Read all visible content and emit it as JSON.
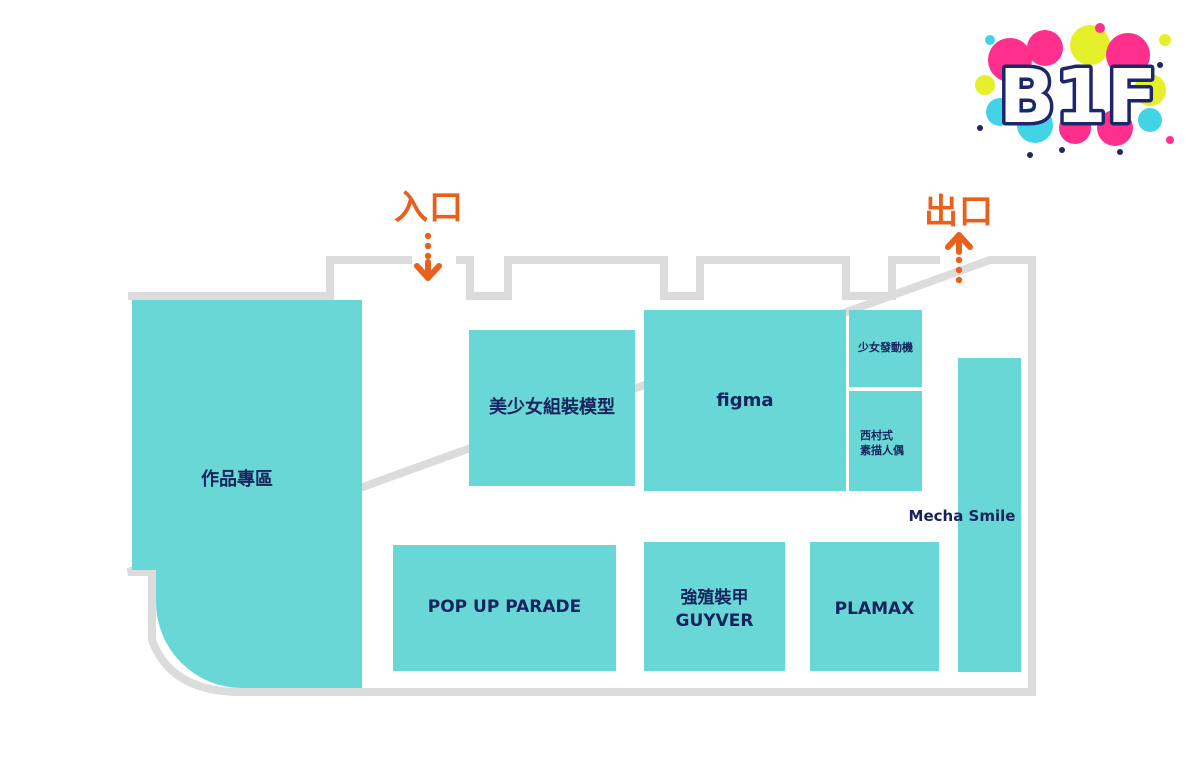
{
  "floor_badge": {
    "label": "B1F",
    "colors": {
      "text_fill": "#ffffff",
      "text_outline": "#1c2668",
      "splash": [
        "#ff2f8e",
        "#e6f02a",
        "#42d4e6",
        "#ffffff"
      ]
    }
  },
  "entrance": {
    "label": "入口",
    "icon": "arrow-down-icon"
  },
  "exit": {
    "label": "出口",
    "icon": "arrow-up-icon"
  },
  "booths": [
    {
      "id": "works-area",
      "label": "作品專區"
    },
    {
      "id": "bishoujo-models",
      "label": "美少女組裝模型"
    },
    {
      "id": "figma",
      "label": "figma"
    },
    {
      "id": "shoujo-hatsudouki",
      "label": "少女發動機"
    },
    {
      "id": "nishimura-sketch-doll",
      "label": "西村式\n素描人偶"
    },
    {
      "id": "mecha-smile",
      "label": "Mecha Smile"
    },
    {
      "id": "pop-up-parade",
      "label": "POP UP PARADE"
    },
    {
      "id": "guyver",
      "label": "強殖裝甲\nGUYVER"
    },
    {
      "id": "plamax",
      "label": "PLAMAX"
    }
  ],
  "colors": {
    "booth": "#6ad7d7",
    "label": "#16235c",
    "wall": "#dcdcdc",
    "gate": "#e8601c",
    "background": "#ffffff"
  }
}
